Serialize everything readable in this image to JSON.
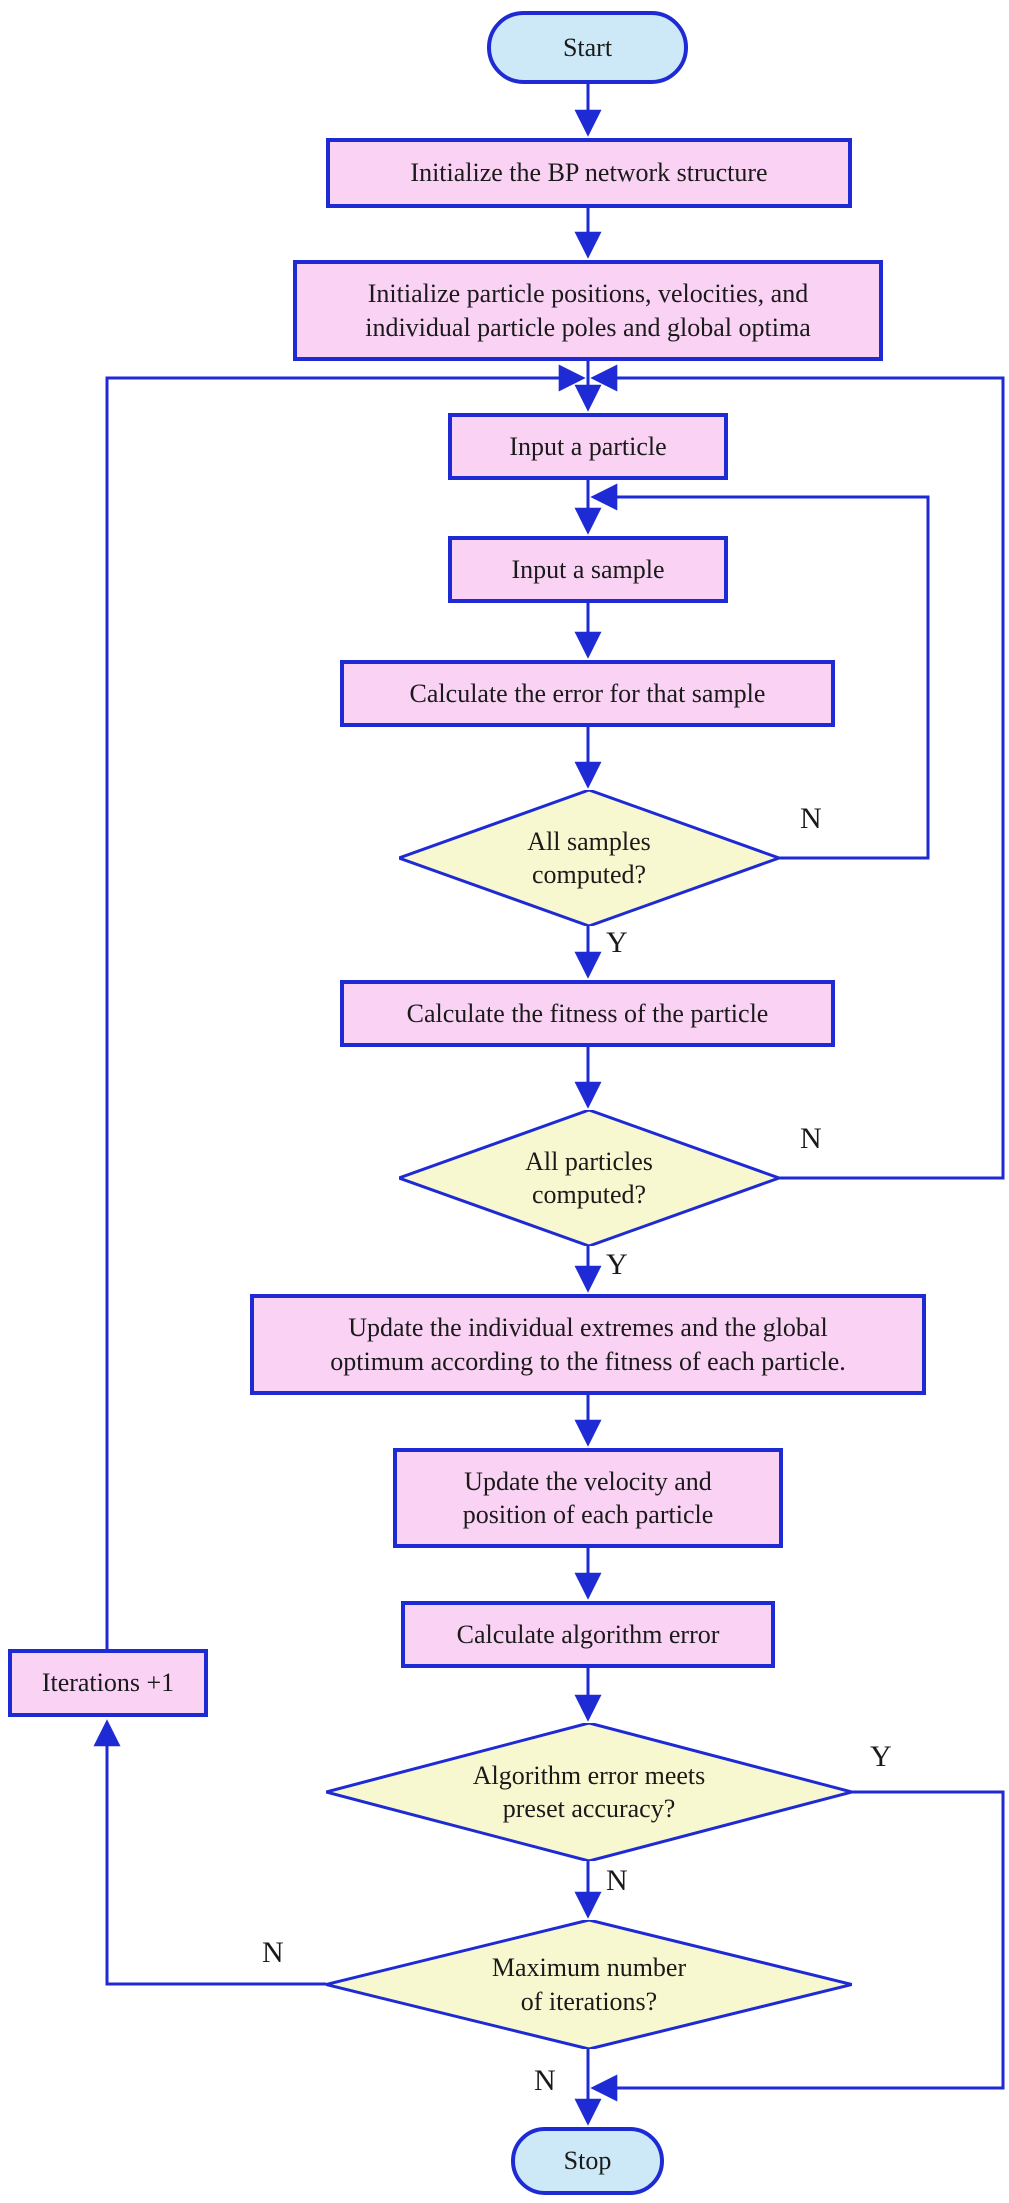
{
  "diagram": {
    "type": "flowchart",
    "colors": {
      "line": "#1e2ad4",
      "process": "#f9d2f4",
      "decision": "#f8f8d0",
      "terminal": "#cde9f8",
      "text": "#1a1a1a",
      "bg": "#ffffff"
    },
    "nodes": {
      "start": {
        "type": "terminal",
        "label": "Start"
      },
      "init_bp": {
        "type": "process",
        "label": "Initialize the BP network structure"
      },
      "init_particles": {
        "type": "process",
        "label": "Initialize particle positions, velocities, and\nindividual particle poles and global optima"
      },
      "input_particle": {
        "type": "process",
        "label": "Input a particle"
      },
      "input_sample": {
        "type": "process",
        "label": "Input a sample"
      },
      "calc_sample_error": {
        "type": "process",
        "label": "Calculate the error for that sample"
      },
      "all_samples": {
        "type": "decision",
        "label": "All samples\ncomputed?"
      },
      "calc_fitness": {
        "type": "process",
        "label": "Calculate the fitness of the particle"
      },
      "all_particles": {
        "type": "decision",
        "label": "All particles\ncomputed?"
      },
      "update_extremes": {
        "type": "process",
        "label": "Update the individual extremes and the global\noptimum according to the fitness of each particle."
      },
      "update_velocity": {
        "type": "process",
        "label": "Update the velocity and\nposition of each particle"
      },
      "calc_algorithm_error": {
        "type": "process",
        "label": "Calculate algorithm error"
      },
      "iterations_plus_one": {
        "type": "process",
        "label": "Iterations +1"
      },
      "error_meets_accuracy": {
        "type": "decision",
        "label": "Algorithm error meets\npreset accuracy?"
      },
      "max_iterations": {
        "type": "decision",
        "label": "Maximum number\nof iterations?"
      },
      "stop": {
        "type": "terminal",
        "label": "Stop"
      }
    },
    "edge_labels": {
      "all_samples_no": "N",
      "all_samples_yes": "Y",
      "all_particles_no": "N",
      "all_particles_yes": "Y",
      "error_meets_yes": "Y",
      "error_meets_no": "N",
      "max_iterations_no_left": "N",
      "max_iterations_no_bottom": "N"
    }
  }
}
